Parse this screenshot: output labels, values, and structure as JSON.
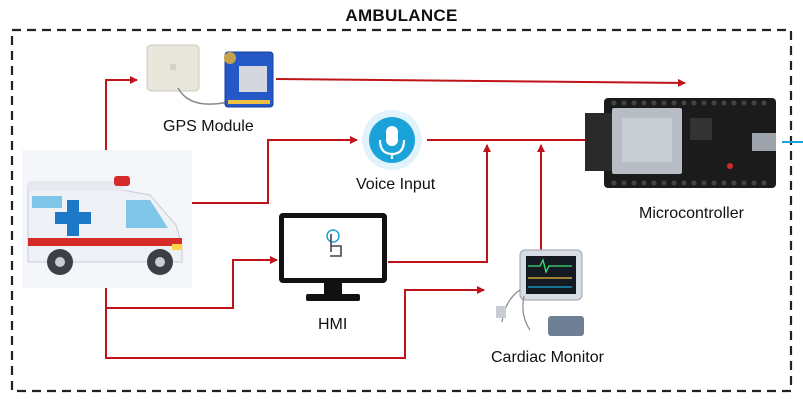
{
  "title": "AMBULANCE",
  "nodes": {
    "gps": {
      "label": "GPS Module"
    },
    "voice": {
      "label": "Voice Input"
    },
    "hmi": {
      "label": "HMI"
    },
    "cardiac": {
      "label": "Cardiac Monitor"
    },
    "mcu": {
      "label": "Microcontroller"
    },
    "ambulance": {
      "label": ""
    }
  },
  "colors": {
    "arrow": "#c0141b",
    "border": "#222222",
    "icon_blue": "#1aa3d9",
    "ambulance_red": "#d62b2b",
    "ambulance_blue": "#1e78c8",
    "board": "#1b1b1b",
    "gps_board": "#2458c6"
  },
  "edges": [
    {
      "from": "ambulance",
      "to": "gps"
    },
    {
      "from": "ambulance",
      "to": "voice"
    },
    {
      "from": "ambulance",
      "to": "hmi"
    },
    {
      "from": "ambulance",
      "to": "cardiac"
    },
    {
      "from": "gps",
      "to": "mcu"
    },
    {
      "from": "voice",
      "to": "mcu"
    },
    {
      "from": "hmi",
      "to": "mcu"
    },
    {
      "from": "cardiac",
      "to": "mcu"
    }
  ]
}
